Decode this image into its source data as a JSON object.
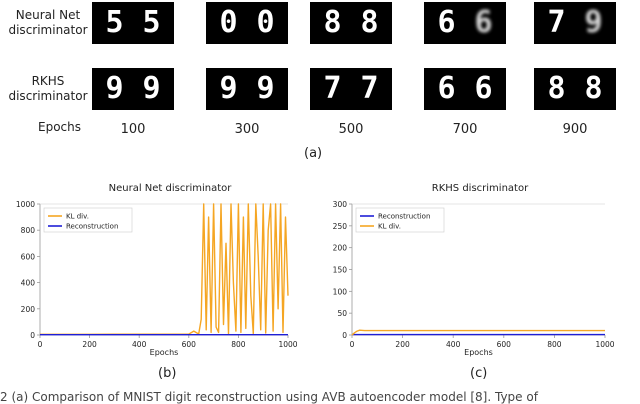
{
  "panel_a": {
    "row_labels": [
      "Neural Net\ndiscriminator",
      "RKHS\ndiscriminator"
    ],
    "epochs_label": "Epochs",
    "epochs": [
      "100",
      "300",
      "500",
      "700",
      "900"
    ],
    "nn_pairs": [
      [
        "5",
        "5"
      ],
      [
        "0",
        "0"
      ],
      [
        "8",
        "8"
      ],
      [
        "6",
        "6"
      ],
      [
        "7",
        "9"
      ]
    ],
    "rkhs_pairs": [
      [
        "9",
        "9"
      ],
      [
        "9",
        "9"
      ],
      [
        "7",
        "7"
      ],
      [
        "6",
        "6"
      ],
      [
        "8",
        "8"
      ]
    ],
    "caption": "(a)"
  },
  "chart_data": [
    {
      "type": "line",
      "title": "Neural Net discriminator",
      "xlabel": "Epochs",
      "ylabel": "",
      "xlim": [
        0,
        1000
      ],
      "ylim": [
        0,
        1000
      ],
      "xticks": [
        0,
        200,
        400,
        600,
        800,
        1000
      ],
      "yticks": [
        0,
        200,
        400,
        600,
        800,
        1000
      ],
      "legend_position": "top-left",
      "series": [
        {
          "name": "KL div.",
          "color": "#f5a623",
          "x": [
            0,
            100,
            200,
            300,
            400,
            500,
            600,
            620,
            640,
            650,
            660,
            670,
            680,
            690,
            700,
            710,
            720,
            730,
            740,
            750,
            760,
            770,
            780,
            790,
            800,
            810,
            820,
            830,
            840,
            850,
            860,
            870,
            880,
            890,
            900,
            910,
            920,
            930,
            940,
            950,
            960,
            970,
            980,
            990,
            1000
          ],
          "y": [
            5,
            5,
            5,
            6,
            6,
            6,
            7,
            30,
            8,
            120,
            1000,
            40,
            900,
            20,
            1000,
            60,
            20,
            1000,
            80,
            700,
            10,
            1000,
            400,
            30,
            1000,
            20,
            900,
            50,
            1000,
            300,
            10,
            1000,
            600,
            40,
            1000,
            15,
            800,
            1000,
            30,
            1000,
            200,
            1000,
            20,
            900,
            300
          ]
        },
        {
          "name": "Reconstruction",
          "color": "#1f1fd6",
          "x": [
            0,
            200,
            400,
            600,
            800,
            1000
          ],
          "y": [
            2,
            2,
            2,
            2,
            2,
            2
          ]
        }
      ],
      "caption": "(b)"
    },
    {
      "type": "line",
      "title": "RKHS discriminator",
      "xlabel": "Epochs",
      "ylabel": "",
      "xlim": [
        0,
        1000
      ],
      "ylim": [
        0,
        300
      ],
      "xticks": [
        0,
        200,
        400,
        600,
        800,
        1000
      ],
      "yticks": [
        0,
        50,
        100,
        150,
        200,
        250,
        300
      ],
      "legend_position": "top-left",
      "series": [
        {
          "name": "Reconstruction",
          "color": "#1f1fd6",
          "x": [
            0,
            200,
            400,
            600,
            800,
            1000
          ],
          "y": [
            1,
            1,
            1,
            1,
            1,
            1
          ]
        },
        {
          "name": "KL div.",
          "color": "#f5a623",
          "x": [
            0,
            10,
            20,
            30,
            50,
            100,
            200,
            400,
            600,
            800,
            1000
          ],
          "y": [
            0,
            5,
            9,
            11,
            10,
            10,
            10,
            10,
            10,
            10,
            10
          ]
        }
      ],
      "caption": "(c)"
    }
  ],
  "footer_text": "2 (a) Comparison of MNIST digit reconstruction using AVB autoencoder model [8]. Type of"
}
